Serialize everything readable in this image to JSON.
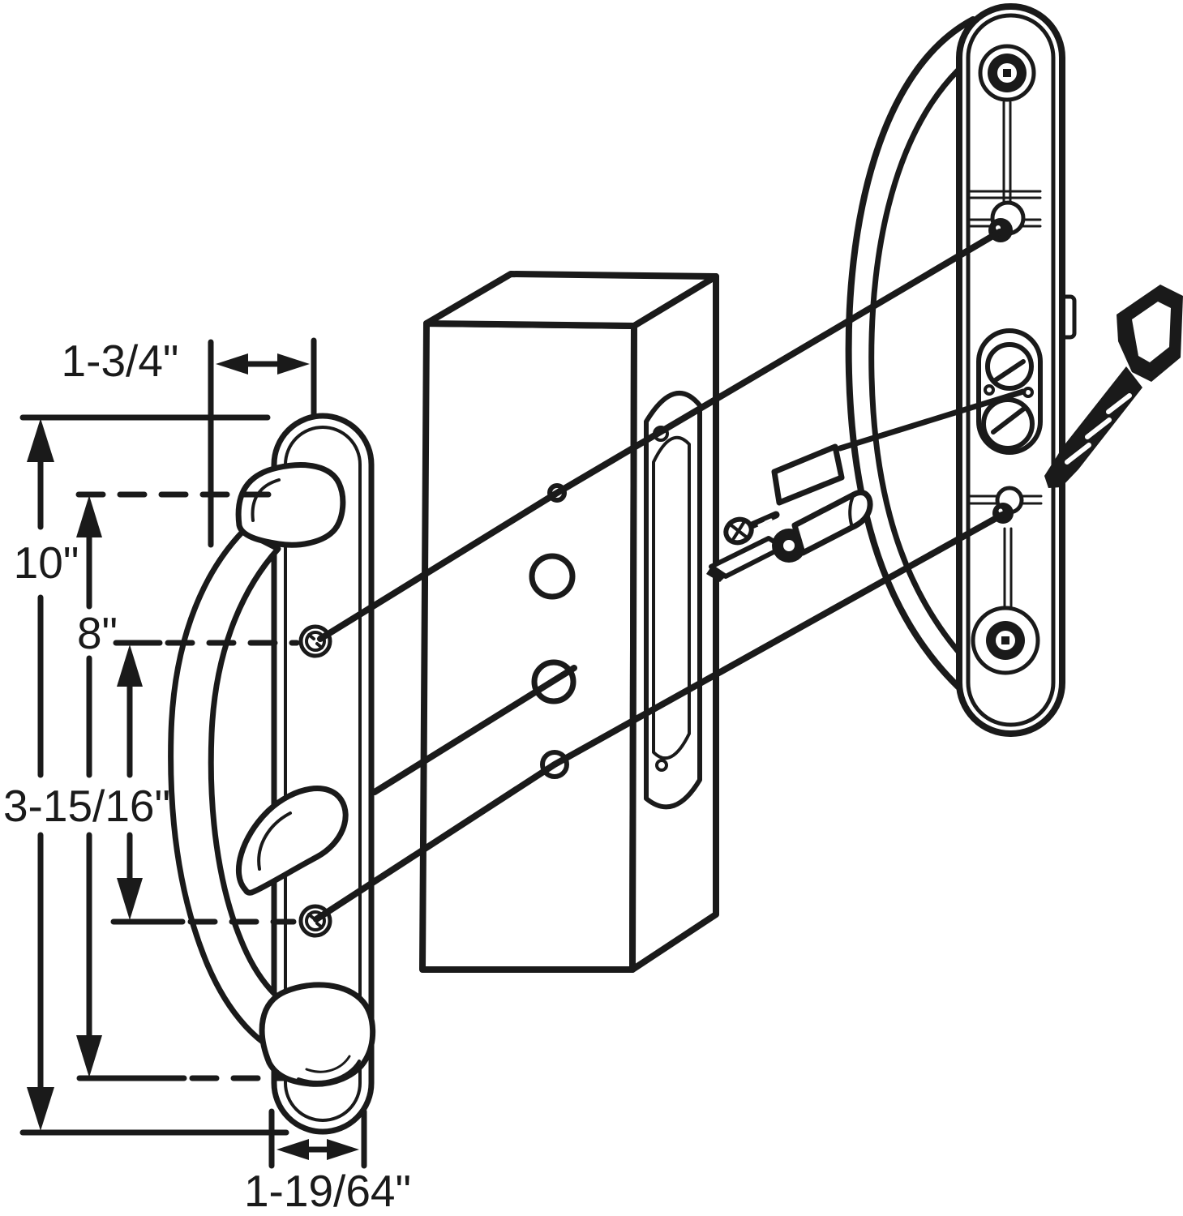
{
  "diagram": {
    "kind": "exploded-installation-drawing",
    "subject": "sliding-patio-door-handle-set",
    "dimension_labels": {
      "edge_offset": "1-3/4\"",
      "overall_height": "10\"",
      "mount_span": "8\"",
      "screw_spacing": "3-15/16\"",
      "plate_width": "1-19/64\""
    },
    "colors": {
      "ink": "#1a1a1a",
      "background": "#ffffff"
    }
  }
}
